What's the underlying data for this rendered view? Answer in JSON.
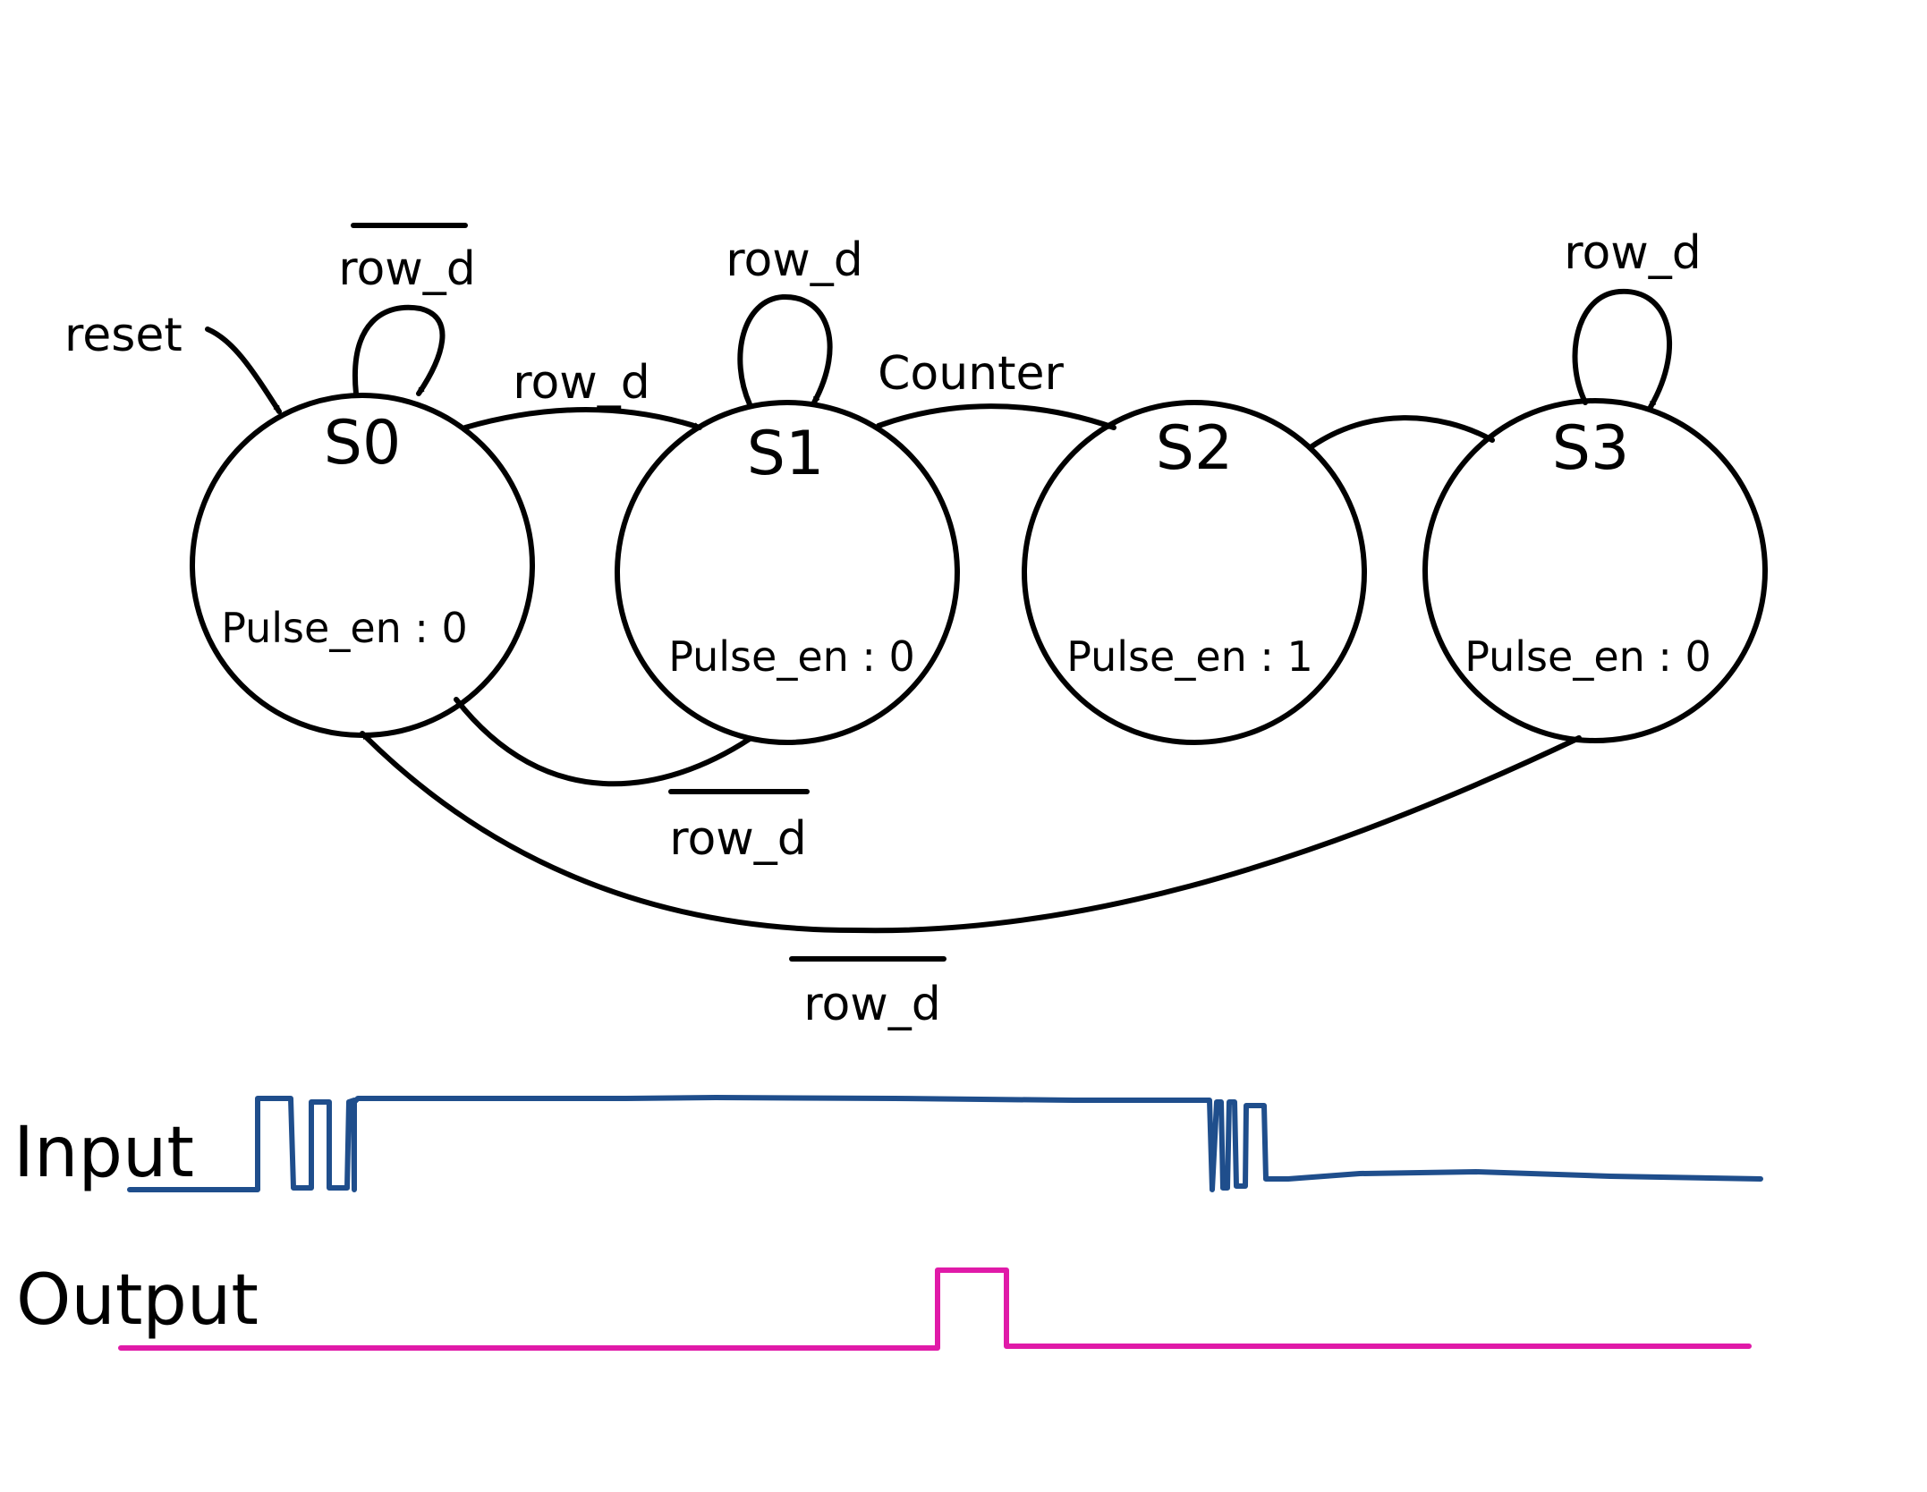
{
  "states": [
    {
      "id": "S0",
      "name": "S0",
      "output": "Pulse_en : 0"
    },
    {
      "id": "S1",
      "name": "S1",
      "output": "Pulse_en : 0"
    },
    {
      "id": "S2",
      "name": "S2",
      "output": "Pulse_en : 1"
    },
    {
      "id": "S3",
      "name": "S3",
      "output": "Pulse_en : 0"
    }
  ],
  "reset_label": "reset",
  "transitions": [
    {
      "from": "S0",
      "to": "S0",
      "label": "row_d",
      "negated": true
    },
    {
      "from": "S0",
      "to": "S1",
      "label": "row_d",
      "negated": false
    },
    {
      "from": "S1",
      "to": "S1",
      "label": "row_d",
      "negated": false
    },
    {
      "from": "S1",
      "to": "S2",
      "label": "Counter",
      "negated": false
    },
    {
      "from": "S2",
      "to": "S3",
      "label": "",
      "negated": false
    },
    {
      "from": "S3",
      "to": "S3",
      "label": "row_d",
      "negated": false
    },
    {
      "from": "S1",
      "to": "S0",
      "label": "row_d",
      "negated": true
    },
    {
      "from": "S3",
      "to": "S0",
      "label": "row_d",
      "negated": true
    }
  ],
  "signals": {
    "input": {
      "label": "Input",
      "color": "#1f4e8c"
    },
    "output": {
      "label": "Output",
      "color": "#e01aa8"
    }
  }
}
